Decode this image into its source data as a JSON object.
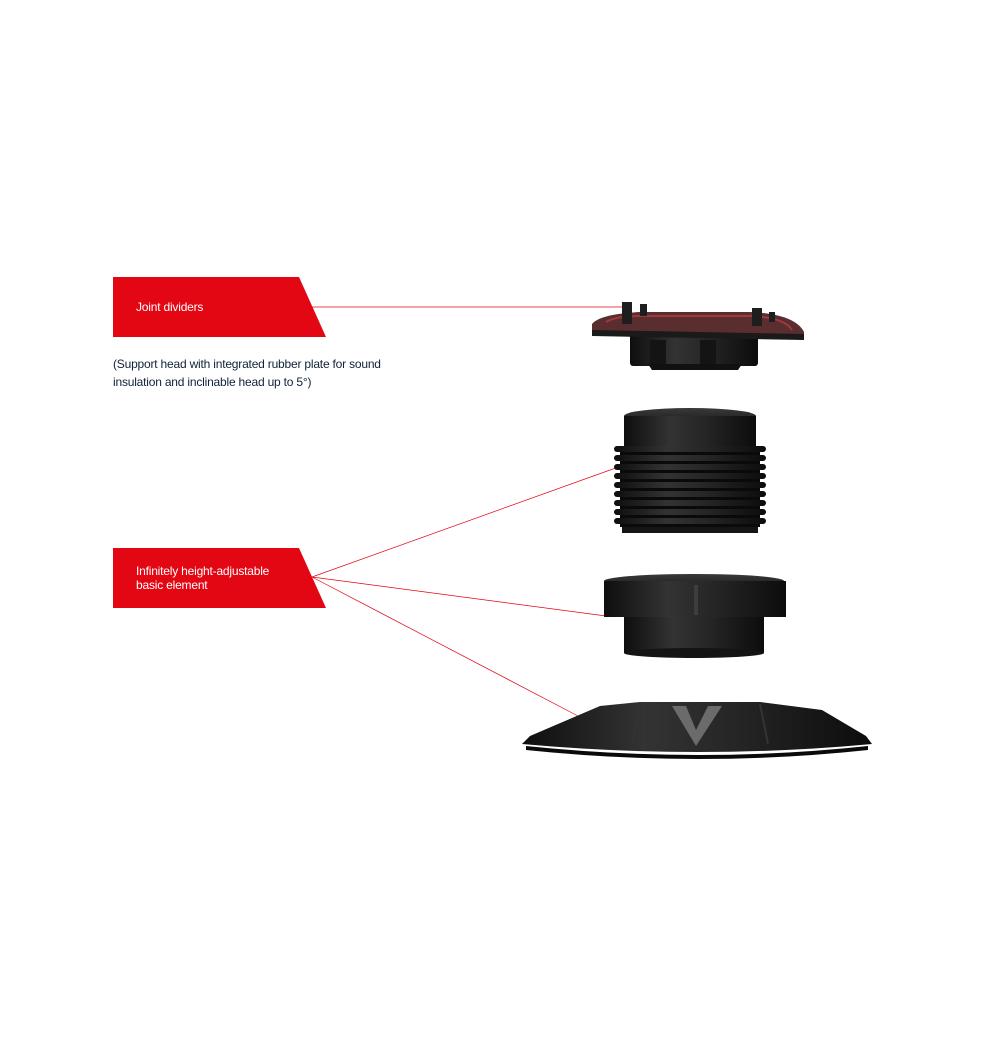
{
  "colors": {
    "accent": "#e30613",
    "note_text": "#0f2238",
    "part": "#1c1c1c"
  },
  "callouts": [
    {
      "label": "Joint dividers",
      "note": "(Support head with integrated rubber plate for sound insulation and inclinable head up to 5°)"
    },
    {
      "label": "Infinitely height-adjustable basic element"
    }
  ]
}
